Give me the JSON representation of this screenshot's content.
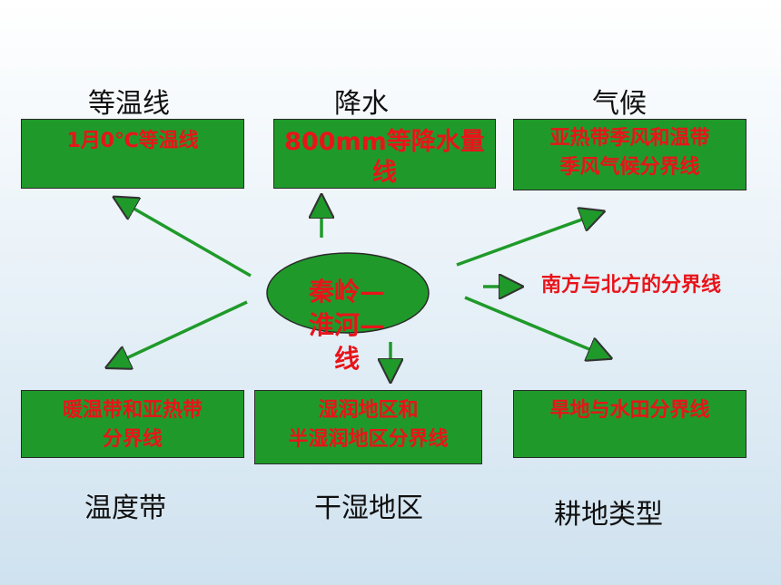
{
  "top_labels": {
    "isotherm": "等温线",
    "precip": "降水",
    "climate": "气候"
  },
  "bottom_labels": {
    "temp_zone": "温度带",
    "dry_wet": "干湿地区",
    "farmland": "耕地类型"
  },
  "boxes": {
    "top_left": "1月0℃等温线",
    "top_middle": "800mm等降水量线",
    "top_right_line1": "亚热带季风和温带",
    "top_right_line2": "季风气候分界线",
    "bottom_left_line1": "暖温带和亚热带",
    "bottom_left_line2": "分界线",
    "bottom_middle_line1": "湿润地区和",
    "bottom_middle_line2": "半湿润地区分界线",
    "bottom_right": "旱地与水田分界线"
  },
  "center": {
    "line1": "秦岭—",
    "line2": "淮河—",
    "line3": "线"
  },
  "side_note": "南方与北方的分界线",
  "colors": {
    "box_fill": "#1f9a2a",
    "text_red": "#e8141a",
    "arrow_green": "#1f9a2a"
  }
}
